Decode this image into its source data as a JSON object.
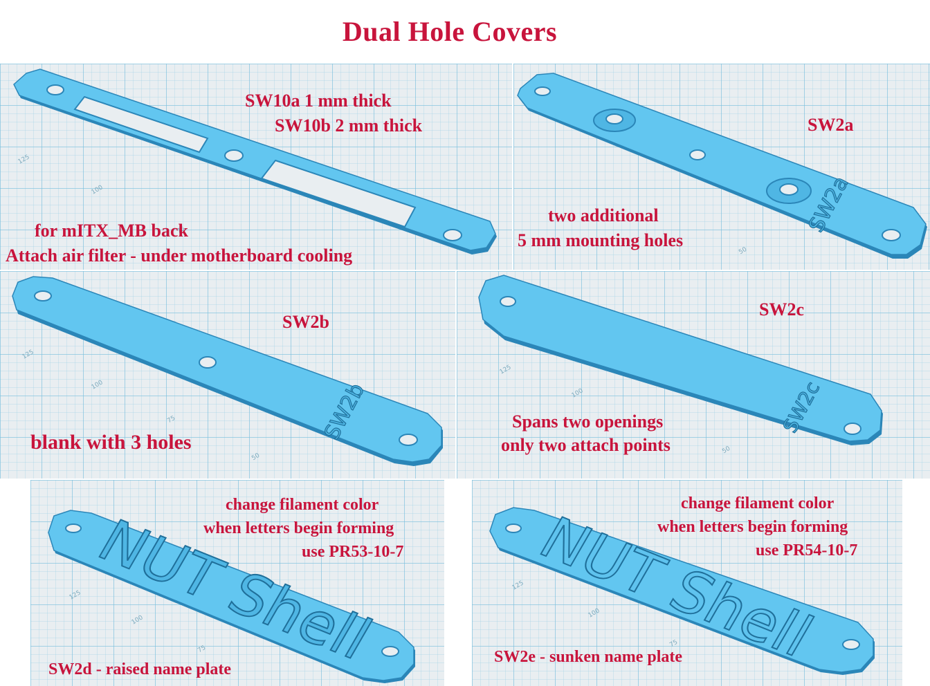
{
  "page": {
    "title": "Dual Hole Covers"
  },
  "panels": {
    "sw10": {
      "line1": "SW10a   1 mm thick",
      "line2": "SW10b    2 mm thick",
      "note1": "for mITX_MB back",
      "note2": "Attach air filter - under motherboard cooling"
    },
    "sw2a": {
      "label": "SW2a",
      "note1": "two additional",
      "note2": "5 mm mounting holes",
      "engraving": "SW2a"
    },
    "sw2b": {
      "label": "SW2b",
      "note": "blank with 3 holes",
      "engraving": "SW2b"
    },
    "sw2c": {
      "label": "SW2c",
      "note1": "Spans two openings",
      "note2": "only two attach points",
      "engraving": "SW2c"
    },
    "sw2d": {
      "line1": "change filament color",
      "line2": "when letters begin forming",
      "line3": "use PR53-10-7",
      "caption": "SW2d - raised name plate",
      "plate_text": "NUT Shell"
    },
    "sw2e": {
      "line1": "change filament color",
      "line2": "when letters begin forming",
      "line3": "use PR54-10-7",
      "caption": "SW2e - sunken name plate",
      "plate_text": "NUT Shell"
    }
  },
  "grid_ticks": [
    "125",
    "100",
    "75",
    "50"
  ],
  "colors": {
    "title": "#c8143c",
    "plate": "#5fc3ee",
    "plate_edge": "#2b86b8",
    "grid": "#e9eef1"
  }
}
